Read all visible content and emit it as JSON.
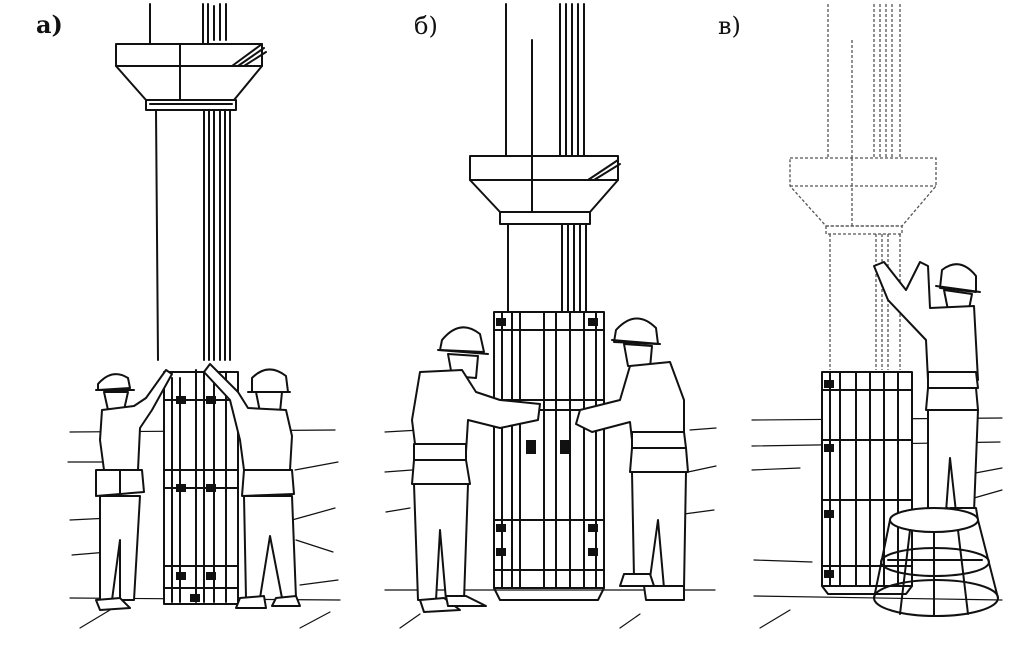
{
  "panels": [
    {
      "label": "а)"
    },
    {
      "label": "б)"
    },
    {
      "label": "в)"
    }
  ]
}
